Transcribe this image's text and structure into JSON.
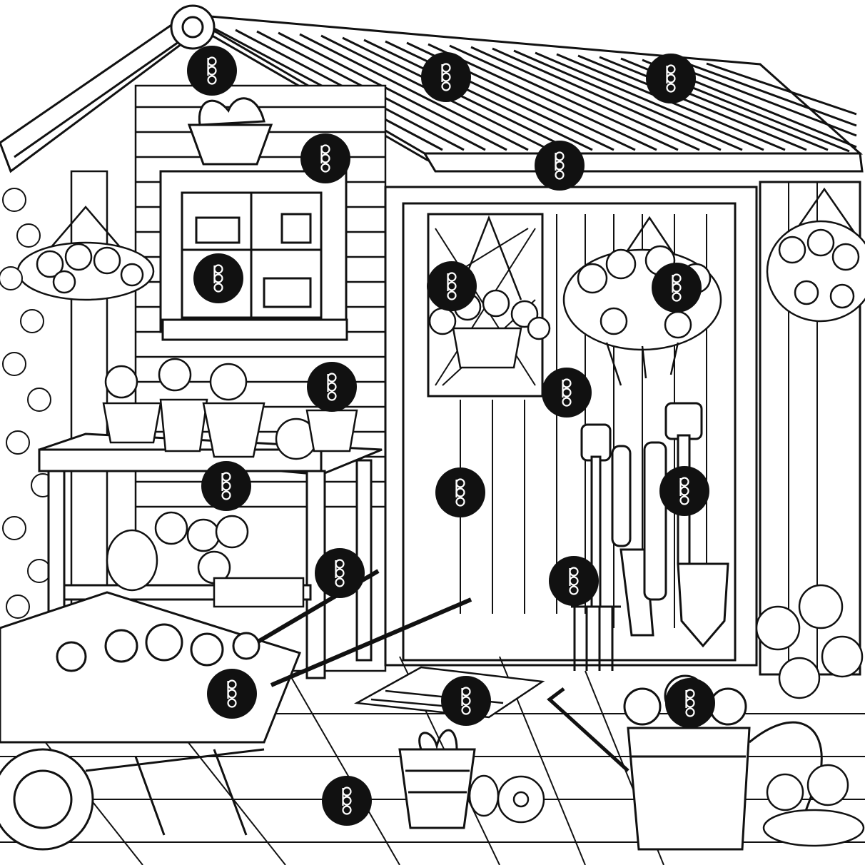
{
  "image": {
    "subject": "garden-shed-coloring-page",
    "stroke_color": "#111111",
    "paper_color": "#ffffff",
    "marker_fill": "#111111",
    "marker_glyph_color": "#ffffff",
    "marker_icon": "hidden-object-marker-icon"
  },
  "markers": [
    {
      "id": 1
    },
    {
      "id": 2
    },
    {
      "id": 3
    },
    {
      "id": 4
    },
    {
      "id": 5
    },
    {
      "id": 6
    },
    {
      "id": 7
    },
    {
      "id": 8
    },
    {
      "id": 9
    },
    {
      "id": 10
    },
    {
      "id": 11
    },
    {
      "id": 12
    },
    {
      "id": 13
    },
    {
      "id": 14
    },
    {
      "id": 15
    },
    {
      "id": 16
    },
    {
      "id": 17
    },
    {
      "id": 18
    },
    {
      "id": 19
    }
  ]
}
